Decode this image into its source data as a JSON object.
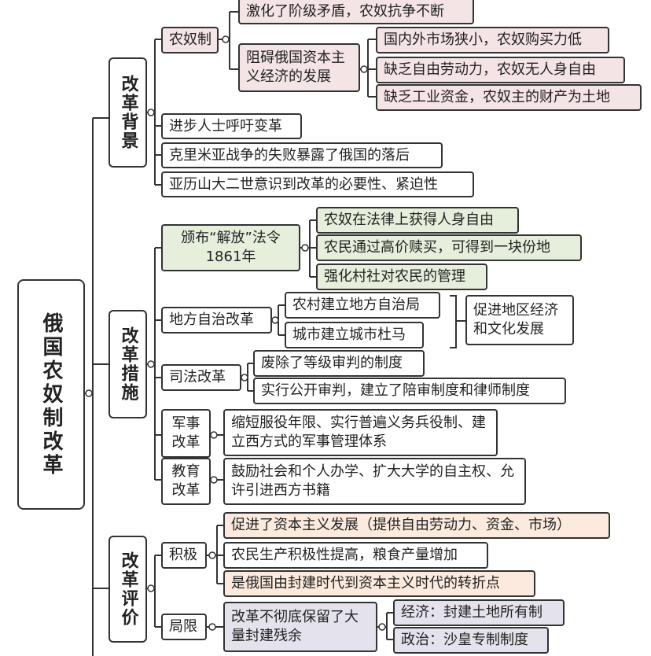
{
  "root": "俄国农奴制改革",
  "background": {
    "title": "改革背景",
    "serfdom": "农奴制",
    "s1": "激化了阶级矛盾，农奴抗争不断",
    "s2": "阻碍俄国资本主义经济的发展",
    "s2a": "国内外市场狭小，农奴购买力低",
    "s2b": "缺乏自由劳动力，农奴无人身自由",
    "s2c": "缺乏工业资金，农奴主的财产为土地",
    "b2": "进步人士呼吁变革",
    "b3": "克里米亚战争的失败暴露了俄国的落后",
    "b4": "亚历山大二世意识到改革的必要性、紧迫性"
  },
  "measures": {
    "title": "改革措施",
    "m1_line1": "颁布“解放”法令",
    "m1_line2": "1861年",
    "m1a": "农奴在法律上获得人身自由",
    "m1b": "农民通过高价赎买，可得到一块份地",
    "m1c": "强化村社对农民的管理",
    "m2": "地方自治改革",
    "m2a": "农村建立地方自治局",
    "m2b": "城市建立城市杜马",
    "m2c": "促进地区经济和文化发展",
    "m3": "司法改革",
    "m3a": "废除了等级审判的制度",
    "m3b": "实行公开审判，建立了陪审制度和律师制度",
    "m4": "军事改革",
    "m4a": "缩短服役年限、实行普遍义务兵役制、建立西方式的军事管理体系",
    "m5": "教育改革",
    "m5a": "鼓励社会和个人办学、扩大大学的自主权、允许引进西方书籍"
  },
  "evaluation": {
    "title": "改革评价",
    "pos": "积极",
    "p1": "促进了资本主义发展（提供自由劳动力、资金、市场）",
    "p2": "农民生产积极性提高，粮食产量增加",
    "p3": "是俄国由封建时代到资本主义时代的转折点",
    "lim": "局限",
    "l1": "改革不彻底保留了大量封建残余",
    "l1a": "经济：封建土地所有制",
    "l1b": "政治：沙皇专制制度"
  }
}
